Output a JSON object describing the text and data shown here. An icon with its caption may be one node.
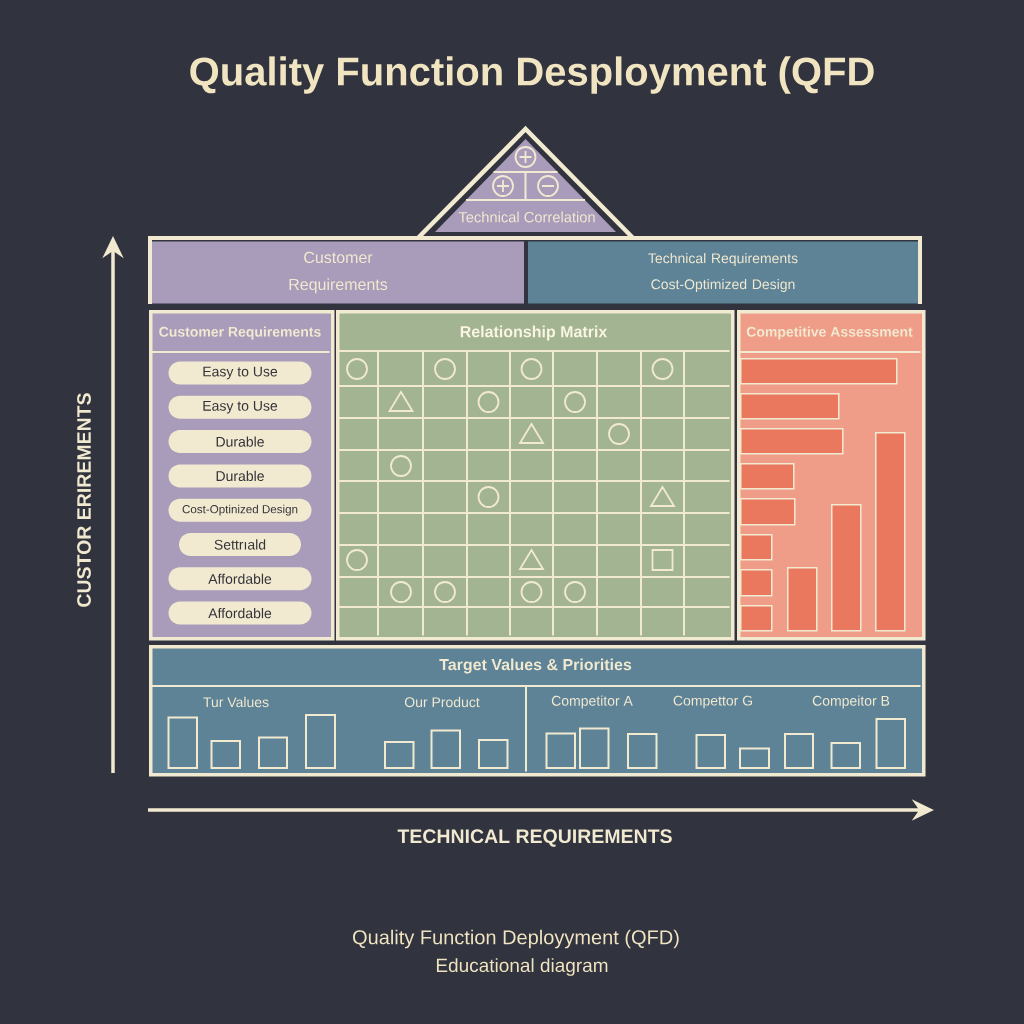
{
  "diagram": {
    "title": "Quality Function Desployment (QFD",
    "caption": "Quality Function Deployyment (QFD)",
    "nodes": [
      {
        "text": [
          "Technical Correlation"
        ]
      },
      {
        "text": [
          "Customer Requirements"
        ]
      },
      {
        "text": [
          "Technical Requirements",
          "Cost-Optimized Design"
        ]
      },
      {
        "text": [
          "Customer Requirements"
        ]
      },
      {
        "text": [
          "Easy to Use"
        ],
        "in": 3
      },
      {
        "text": [
          "Easy to Use"
        ],
        "in": 3
      },
      {
        "text": [
          "Durable"
        ],
        "in": 3
      },
      {
        "text": [
          "Durable"
        ],
        "in": 3
      },
      {
        "text": [
          "Cost-Optinized Design"
        ],
        "in": 3
      },
      {
        "text": [
          "Settrıald"
        ],
        "in": 3
      },
      {
        "text": [
          "Affordable"
        ],
        "in": 3
      },
      {
        "text": [
          "Affordable"
        ],
        "in": 3
      },
      {
        "text": [
          "Relationship Matrix"
        ]
      },
      {
        "text": [
          "Competitive Assessment"
        ]
      },
      {
        "text": [],
        "shape": "bar",
        "in": 13
      },
      {
        "text": [],
        "shape": "bar",
        "in": 13
      },
      {
        "text": [],
        "shape": "bar",
        "in": 13
      },
      {
        "text": [],
        "shape": "bar",
        "in": 13
      },
      {
        "text": [],
        "shape": "bar",
        "in": 13
      },
      {
        "text": [],
        "shape": "bar",
        "in": 13
      },
      {
        "text": [],
        "shape": "bar",
        "in": 13
      },
      {
        "text": [],
        "shape": "bar",
        "in": 13
      },
      {
        "text": [],
        "shape": "bar",
        "in": 13
      },
      {
        "text": [],
        "shape": "bar",
        "in": 13
      },
      {
        "text": [],
        "shape": "bar",
        "in": 13
      },
      {
        "text": [
          "Target Values & Priorities",
          "Tur Values",
          "Our Product",
          "Competitor A",
          "Compettor G",
          "Compeitor B"
        ]
      }
    ],
    "labels": [
      "CUSTOR ERIREMENTS",
      "TECHNICAL REQUIREMENTS",
      "Educational diagram"
    ]
  }
}
